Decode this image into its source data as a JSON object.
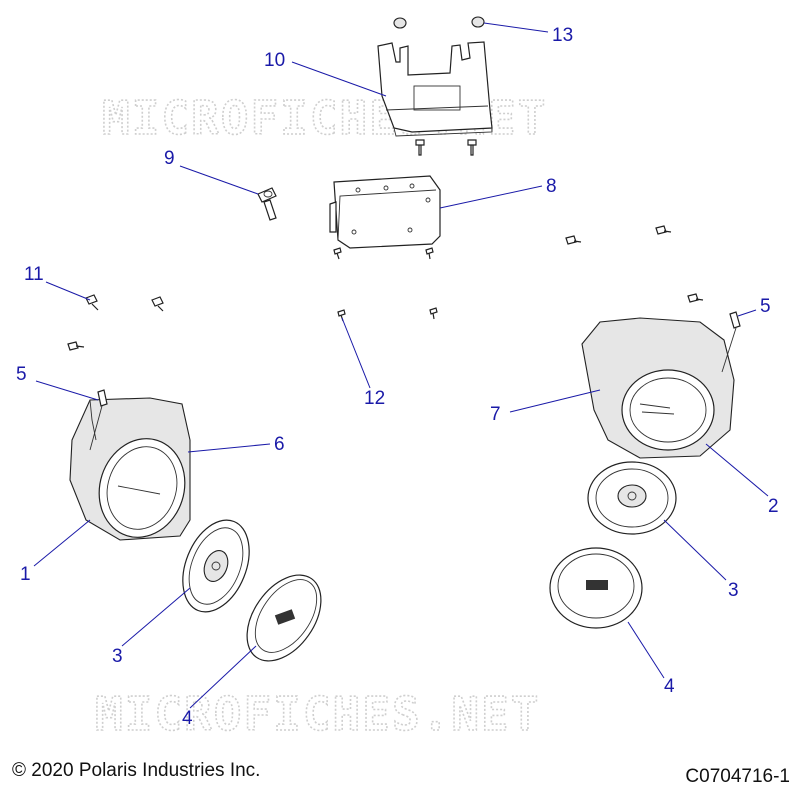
{
  "watermark": "MICROFICHES.NET",
  "copyright": "© 2020 Polaris Industries Inc.",
  "drawing_number": "C0704716-1",
  "callout_color": "#1a1aa8",
  "callouts": {
    "c1": "1",
    "c2": "2",
    "c3_left": "3",
    "c3_right": "3",
    "c4_left": "4",
    "c4_right": "4",
    "c5_left": "5",
    "c5_right": "5",
    "c6": "6",
    "c7": "7",
    "c8": "8",
    "c9": "9",
    "c10": "10",
    "c11": "11",
    "c12": "12",
    "c13": "13"
  }
}
